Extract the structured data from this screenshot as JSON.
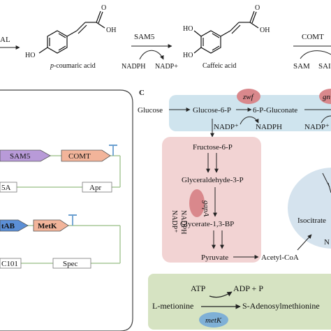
{
  "panel_a": {
    "enzyme_left": "AL",
    "compounds": [
      {
        "id": "pcoumaric",
        "oh_label": "HO",
        "oh_label_2": "",
        "cooh_label": "OH",
        "keto_label": "O",
        "name_italic": "p",
        "name_rest": "-coumaric acid"
      },
      {
        "id": "caffeic",
        "oh_label": "HO",
        "oh_label_2": "HO",
        "cooh_label": "OH",
        "keto_label": "O",
        "name_italic": "",
        "name_rest": "Caffeic acid"
      }
    ],
    "step_sam5": {
      "enzyme": "SAM5",
      "cofactor_in": "NADPH",
      "cofactor_out": "NADP+"
    },
    "step_comt": {
      "enzyme": "COMT",
      "cofactor_in": "SAM",
      "cofactor_out": "SAI"
    }
  },
  "panel_b": {
    "plasmid1": {
      "genes": [
        "SAM5",
        "COMT"
      ],
      "ori": "5A",
      "marker": "Apr"
    },
    "plasmid2": {
      "genes": [
        "tAB",
        "MetK"
      ],
      "ori": "C101",
      "marker": "Spec"
    }
  },
  "panel_c": {
    "label": "C",
    "ppp": {
      "glucose": "Glucose",
      "g6p": "Glucose-6-P",
      "gluconate": "6-P-Gluconate",
      "enzyme1": "zwf",
      "enzyme2": "gn",
      "nadp_in": "NADP⁺",
      "nadph_out": "NADPH",
      "nadp_in_2": "NADP⁺"
    },
    "glycolysis": {
      "f6p": "Fructose-6-P",
      "g3p": "Glyceraldehyde-3-P",
      "bpg": "Glycerate-1,3-BP",
      "pyruvate": "Pyruvate",
      "acetylcoa": "Acetyl-CoA",
      "enzyme": "gapA",
      "nadp_in": "NADP⁺",
      "nadph_out": "NADPH"
    },
    "tca": {
      "isocitrate": "Isocitrate",
      "partial_label": "N"
    },
    "sam": {
      "atp": "ATP",
      "adp": "ADP + P",
      "methionine": "L-metionine",
      "sam": "S-Adenosylmethionine",
      "enzyme": "metK"
    }
  },
  "colors": {
    "ppp_box": "#cfe4ee",
    "glycolysis_box": "#f2d3d3",
    "sam_box": "#d6e3c2",
    "tca_ellipse": "#d5e3ee",
    "enzyme_pink": "#d9888c",
    "enzyme_blue": "#7fb0d6",
    "gene_purple": "#b89ad8",
    "gene_orange": "#f2b49a",
    "gene_blue": "#5b8fd6",
    "terminator": "#6a9fd0",
    "plasmid_line": "#a8c898"
  }
}
